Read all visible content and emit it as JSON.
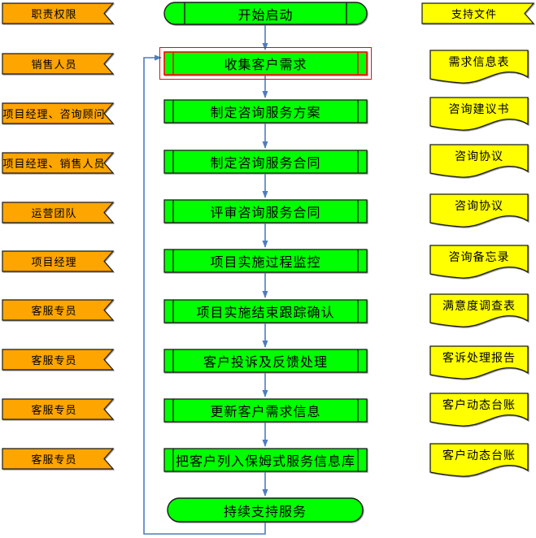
{
  "palette": {
    "role_fill": "#FFA500",
    "step_fill": "#00FF00",
    "doc_fill": "#FFFF00",
    "arrow_color": "#4F7CC0",
    "highlight_border": "#FF0000",
    "outline": "#1A1A1A"
  },
  "roles_column": {
    "header": "职责权限",
    "items": [
      "销售人员",
      "项目经理、咨询顾问",
      "项目经理、销售人员",
      "运营团队",
      "项目经理",
      "客服专员",
      "客服专员",
      "客服专员",
      "客服专员"
    ]
  },
  "process_column": {
    "start": "开始启动",
    "steps": [
      "收集客户需求",
      "制定咨询服务方案",
      "制定咨询服务合同",
      "评审咨询服务合同",
      "项目实施过程监控",
      "项目实施结束跟踪确认",
      "客户投诉及反馈处理",
      "更新客户需求信息",
      "把客户列入保姆式服务信息库"
    ],
    "end": "持续支持服务"
  },
  "documents_column": {
    "header": "支持文件",
    "items": [
      "需求信息表",
      "咨询建议书",
      "咨询协议",
      "咨询协议",
      "咨询备忘录",
      "满意度调查表",
      "客诉处理报告",
      "客户动态台账",
      "客户动态台账"
    ]
  }
}
